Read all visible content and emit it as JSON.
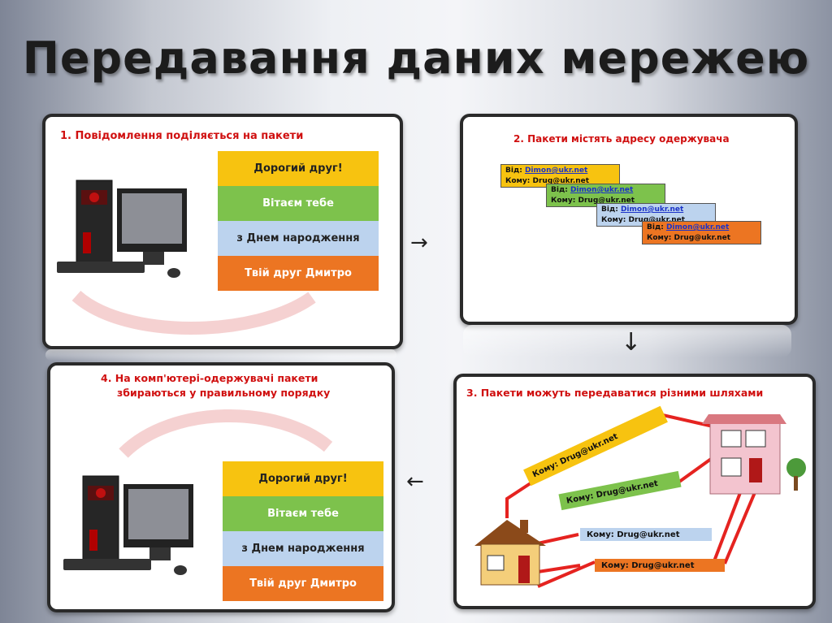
{
  "title": "Передавання даних мережею",
  "steps": [
    {
      "caption": "1.  Повідомлення поділяється на пакети"
    },
    {
      "caption": "2. Пакети містять адресу одержувача"
    },
    {
      "caption": "3. Пакети можуть передаватися різними шляхами"
    },
    {
      "caption_line1": "4. На комп'ютері-одержувачі пакети",
      "caption_line2": "збираються у правильному порядку"
    }
  ],
  "message_parts": [
    "Дорогий друг!",
    "Вітаєм тебе",
    "з Днем народження",
    "Твій друг Дмитро"
  ],
  "packet": {
    "from_label": "Від:",
    "from_email": "Dimon@ukr.net",
    "to_label": "Кому:",
    "to_email": "Drug@ukr.net"
  },
  "route_label": "Кому: Drug@ukr.net",
  "flow_arrows": {
    "right": "→",
    "down": "↓",
    "left": "←"
  },
  "colors": {
    "yellow": "#f7c310",
    "green": "#7dc24c",
    "blue": "#bcd3ee",
    "orange": "#ec7522",
    "caption": "#d01010",
    "route_line": "#e52320"
  }
}
